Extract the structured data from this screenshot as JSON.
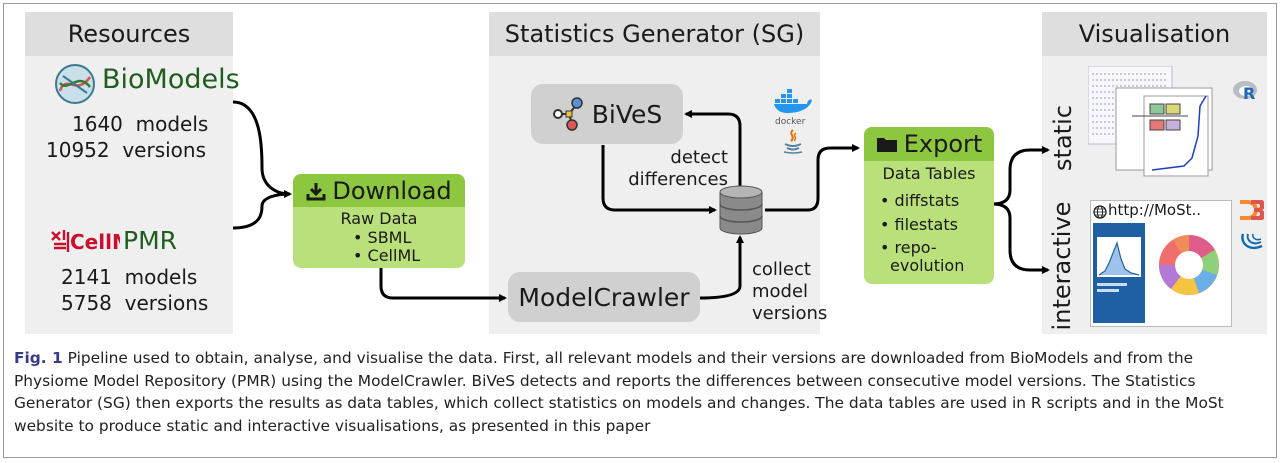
{
  "resources": {
    "title": "Resources",
    "biomodels": {
      "name": "BioModels",
      "models": "1640  models",
      "versions": "10952  versions"
    },
    "cellml_logo": "CellML",
    "pmr": {
      "name": "PMR",
      "models": "2141  models",
      "versions": "5758  versions"
    }
  },
  "download": {
    "title": "Download",
    "subtitle": "Raw Data",
    "items": [
      "SBML",
      "CellML"
    ]
  },
  "sg": {
    "title": "Statistics Generator (SG)",
    "bives": "BiVeS",
    "detect": [
      "detect",
      "differences"
    ],
    "crawler": "ModelCrawler",
    "collect": [
      "collect",
      "model",
      "versions"
    ],
    "docker": "docker"
  },
  "export": {
    "title": "Export",
    "subtitle": "Data Tables",
    "items": [
      "diffstats",
      "filestats",
      "repo-",
      "evolution"
    ]
  },
  "visualisation": {
    "title": "Visualisation",
    "static_label": "static",
    "interactive_label": "interactive",
    "url": "http://MoSt.."
  },
  "caption": {
    "label": "Fig. 1",
    "text": " Pipeline used to obtain, analyse, and visualise the data. First, all relevant models and their versions are downloaded from BioModels and from the Physiome Model Repository (PMR) using the ModelCrawler. BiVeS detects and reports the differences between consecutive model versions. The Statistics Generator (SG) then exports the results as data tables, which collect statistics on models and changes. The data tables are used in R scripts and in the MoSt website to produce static and interactive visualisations, as presented in this paper"
  },
  "colors": {
    "green_head": "#8dc63f",
    "green_body": "#b9e07a",
    "panel": "#efefef",
    "panel_head": "#dedede",
    "grey_box": "#d0d0d0",
    "biomodels_text": "#1f5d1f"
  }
}
